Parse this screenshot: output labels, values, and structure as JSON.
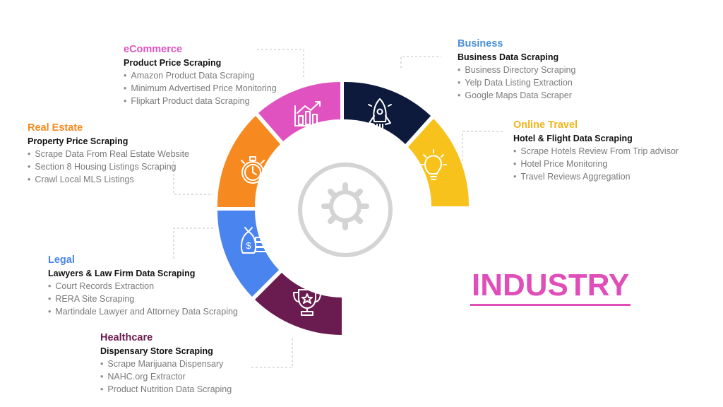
{
  "heading": "INDUSTRY",
  "colors": {
    "ecommerce": "#e052bf",
    "business": "#0e1a3c",
    "online_travel": "#f7c21c",
    "real_estate": "#f6891f",
    "legal": "#4a84ee",
    "healthcare": "#6a1b4f",
    "gear": "#d4d4d4"
  },
  "segments": [
    {
      "key": "ecommerce",
      "icon": "bar-chart-icon"
    },
    {
      "key": "business",
      "icon": "rocket-icon"
    },
    {
      "key": "online_travel",
      "icon": "lightbulb-icon"
    },
    {
      "key": "real_estate",
      "icon": "stopwatch-icon"
    },
    {
      "key": "legal",
      "icon": "money-bag-icon"
    },
    {
      "key": "healthcare",
      "icon": "trophy-icon"
    }
  ],
  "industries": {
    "ecommerce": {
      "title": "eCommerce",
      "subtitle": "Product Price Scraping",
      "items": [
        "Amazon Product Data Scraping",
        "Minimum Advertised Price Monitoring",
        "Flipkart Product data Scraping"
      ]
    },
    "business": {
      "title": "Business",
      "subtitle": "Business Data Scraping",
      "items": [
        "Business Directory Scraping",
        "Yelp Data Listing Extraction",
        "Google Maps Data Scraper"
      ]
    },
    "online_travel": {
      "title": "Online Travel",
      "subtitle": "Hotel & Flight Data Scraping",
      "items": [
        "Scrape Hotels Review From Trip advisor",
        "Hotel Price Monitoring",
        "Travel Reviews Aggregation"
      ]
    },
    "real_estate": {
      "title": "Real Estate",
      "subtitle": "Property Price Scraping",
      "items": [
        "Scrape Data From Real Estate Website",
        "Section 8 Housing Listings Scraping",
        "Crawl Local MLS Listings"
      ]
    },
    "legal": {
      "title": "Legal",
      "subtitle": "Lawyers & Law Firm Data Scraping",
      "items": [
        "Court Records Extraction",
        "RERA Site Scraping",
        "Martindale Lawyer and Attorney Data Scraping"
      ]
    },
    "healthcare": {
      "title": "Healthcare",
      "subtitle": "Dispensary Store Scraping",
      "items": [
        "Scrape Marijuana Dispensary",
        "NAHC.org Extractor",
        "Product Nutrition Data Scraping"
      ]
    }
  }
}
